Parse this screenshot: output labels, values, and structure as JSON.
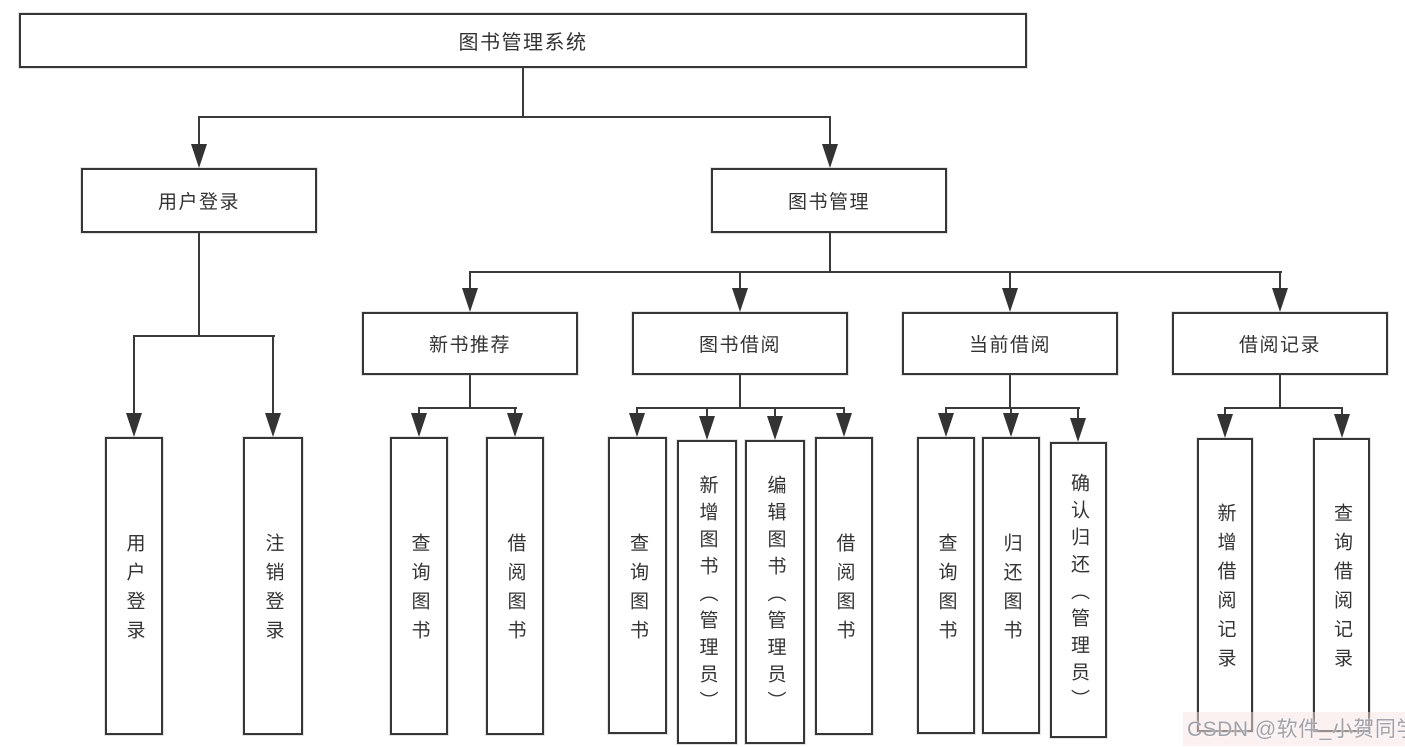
{
  "diagram_title": "图书管理系统",
  "nodes": {
    "root": {
      "label": "图书管理系统"
    },
    "login_module": {
      "label": "用户登录"
    },
    "book_management": {
      "label": "图书管理"
    },
    "user_login": {
      "label": "用户登录"
    },
    "logout_login": {
      "label": "注销登录"
    },
    "new_book_recommend": {
      "label": "新书推荐"
    },
    "book_borrowing": {
      "label": "图书借阅"
    },
    "current_borrowing": {
      "label": "当前借阅"
    },
    "borrowing_records": {
      "label": "借阅记录"
    },
    "nbr_query_books": {
      "label": "查询图书"
    },
    "nbr_borrow_books": {
      "label": "借阅图书"
    },
    "bb_query_books": {
      "label": "查询图书"
    },
    "bb_add_books_admin": {
      "label": "新增图书（管理员）"
    },
    "bb_edit_books_admin": {
      "label": "编辑图书（管理员）"
    },
    "bb_borrow_books": {
      "label": "借阅图书"
    },
    "cb_query_books": {
      "label": "查询图书"
    },
    "cb_return_books": {
      "label": "归还图书"
    },
    "cb_confirm_return_admin": {
      "label": "确认归还（管理员）"
    },
    "br_add_record": {
      "label": "新增借阅记录"
    },
    "br_query_record": {
      "label": "查询借阅记录"
    }
  },
  "structure": {
    "图书管理系统": {
      "用户登录": [
        "用户登录",
        "注销登录"
      ],
      "图书管理": {
        "新书推荐": [
          "查询图书",
          "借阅图书"
        ],
        "图书借阅": [
          "查询图书",
          "新增图书（管理员）",
          "编辑图书（管理员）",
          "借阅图书"
        ],
        "当前借阅": [
          "查询图书",
          "归还图书",
          "确认归还（管理员）"
        ],
        "借阅记录": [
          "新增借阅记录",
          "查询借阅记录"
        ]
      }
    }
  },
  "watermark": {
    "text": "CSDN @软件_小贺同学"
  },
  "colors": {
    "background": "#ffffff",
    "line": "#3a3a3a",
    "box_border": "#363636",
    "text": "#333333",
    "watermark_text": "#a2a2aa",
    "watermark_bg": "#f7e4e4"
  }
}
